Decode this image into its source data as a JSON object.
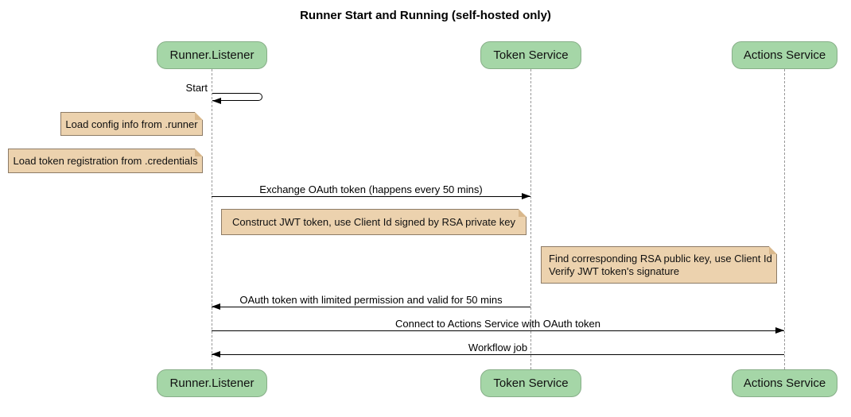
{
  "title": "Runner Start and Running (self-hosted only)",
  "participants": [
    {
      "name": "Runner.Listener"
    },
    {
      "name": "Token Service"
    },
    {
      "name": "Actions Service"
    }
  ],
  "messages": {
    "start": "Start",
    "exchange": "Exchange OAuth token (happens every 50 mins)",
    "oauth_return": "OAuth token with limited permission and valid for 50 mins",
    "connect": "Connect to Actions Service with OAuth token",
    "workflow": "Workflow job"
  },
  "notes": {
    "load_config": "Load config info from .runner",
    "load_token": "Load token registration from .credentials",
    "construct_jwt": "Construct JWT token, use Client Id signed by RSA private key",
    "find_rsa_line1": "Find corresponding RSA public key, use Client Id",
    "find_rsa_line2": "Verify JWT token's signature"
  },
  "colors": {
    "participant_fill": "#a5d6a7",
    "participant_border": "#87ae88",
    "note_fill": "#ecd2ae",
    "note_border": "#8d7b66",
    "note_fold": "#d9b88c",
    "lifeline": "#999999",
    "arrow": "#000000"
  }
}
